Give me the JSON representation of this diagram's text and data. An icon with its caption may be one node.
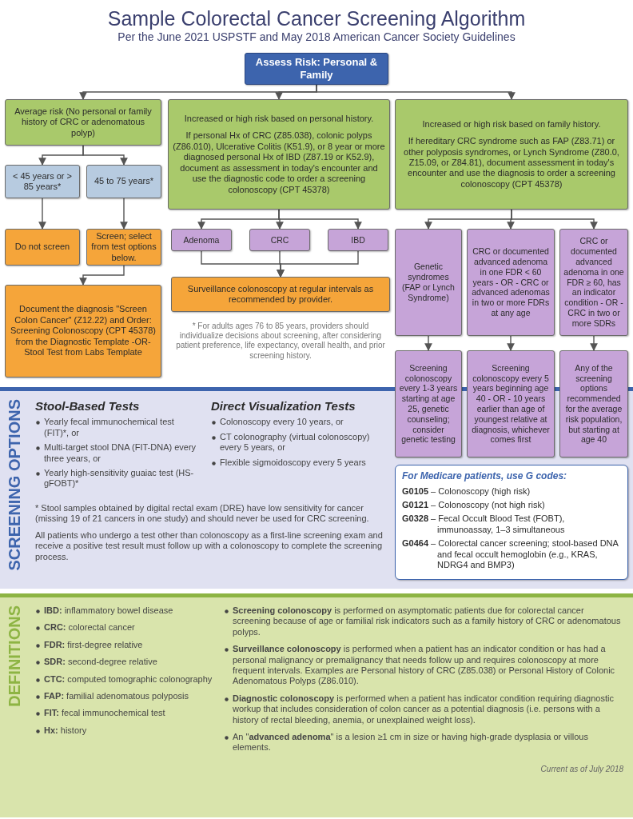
{
  "diagram": {
    "title": "Sample Colorectal Cancer Screening Algorithm",
    "nodes": [
      {
        "text": [
          "Assess Risk: Personal & Family"
        ]
      },
      {
        "text": [
          "Average risk (No personal or family history of CRC or adenomatous polyp)"
        ]
      },
      {
        "text": [
          "Increased or high risk based on personal history.",
          "If personal Hx of CRC (Z85.038), colonic polyps (Z86.010), Ulcerative Colitis (K51.9), or 8 year or more diagnosed personal Hx of IBD (Z87.19 or K52.9), document as assessment in today's encounter and use the diagnostic code to order a screening colonoscopy (CPT 45378)"
        ]
      },
      {
        "text": [
          "Increased or high risk based on family history.",
          "If hereditary CRC syndrome such as FAP (Z83.71) or other polyposis syndromes, or Lynch Syndrome (Z80.0, Z15.09, or Z84.81), document assessment in today's encounter and use the diagnosis to order a screening colonoscopy (CPT 45378)"
        ]
      },
      {
        "text": [
          "< 45 years or > 85 years*"
        ]
      },
      {
        "text": [
          "45 to 75 years*"
        ]
      },
      {
        "text": [
          "Do not screen"
        ]
      },
      {
        "text": [
          "Screen; select from test options below."
        ]
      },
      {
        "text": [
          "Document the diagnosis \"Screen Colon Cancer\" (Z12.22) and Order: Screening Colonoscopy (CPT 45378) from the Diagnostic Template -OR- Stool Test from Labs Template"
        ]
      },
      {
        "text": [
          "Adenoma"
        ]
      },
      {
        "text": [
          "CRC"
        ]
      },
      {
        "text": [
          "IBD"
        ]
      },
      {
        "text": [
          "Surveillance colonoscopy at regular intervals as recommended by provider."
        ]
      },
      {
        "text": [
          "Genetic syndromes (FAP or Lynch Syndrome)"
        ]
      },
      {
        "text": [
          "CRC or documented advanced adenoma in one FDR < 60 years - OR - CRC or advanced adenomas in two or more FDRs at any age"
        ]
      },
      {
        "text": [
          "CRC or documented advanced adenoma in one FDR ≥ 60, has an indicator condition - OR - CRC in two or more SDRs"
        ]
      },
      {
        "text": [
          "Screening colonoscopy every 1-3 years starting at age 25, genetic counseling; consider genetic testing"
        ]
      },
      {
        "text": [
          "Screening colonoscopy every 5 years beginning age 40 - OR - 10 years earlier than age of youngest relative at diagnosis, whichever comes first"
        ]
      },
      {
        "text": [
          "Any of the screening options recommended for the average risk population, but starting at age 40"
        ]
      },
      {
        "text": [
          "SCREENING OPTIONS"
        ]
      },
      {
        "text": [
          "For Medicare patients, use G codes:",
          "**G0105** – Colonoscopy (high risk)",
          "**G0121** – Colonoscopy (not high risk)",
          "**G0328** – Fecal Occult Blood Test (FOBT), immunoassay, 1–3 simultaneous",
          "**G0464** – Colorectal cancer screening; stool-based DNA and fecal occult hemoglobin (e.g., KRAS, NDRG4 and BMP3)"
        ],
        "in": 19
      },
      {
        "text": [
          "DEFINITIONS"
        ]
      }
    ],
    "edges": [
      {
        "from": 0,
        "to": 1,
        "arrow": "to"
      },
      {
        "from": 0,
        "to": 2,
        "arrow": "to"
      },
      {
        "from": 0,
        "to": 3,
        "arrow": "to"
      },
      {
        "from": 1,
        "to": 4,
        "arrow": "to"
      },
      {
        "from": 1,
        "to": 5,
        "arrow": "to"
      },
      {
        "from": 4,
        "to": 6,
        "arrow": "to"
      },
      {
        "from": 5,
        "to": 7,
        "arrow": "to"
      },
      {
        "from": 7,
        "to": 8,
        "arrow": "to"
      },
      {
        "from": 2,
        "to": 9,
        "arrow": "to"
      },
      {
        "from": 2,
        "to": 10,
        "arrow": "to"
      },
      {
        "from": 2,
        "to": 11,
        "arrow": "to"
      },
      {
        "from": 9,
        "to": 12,
        "arrow": "to"
      },
      {
        "from": 10,
        "to": 12,
        "arrow": "to"
      },
      {
        "from": 11,
        "to": 12,
        "arrow": "to"
      },
      {
        "from": 3,
        "to": 13,
        "arrow": "to"
      },
      {
        "from": 3,
        "to": 14,
        "arrow": "to"
      },
      {
        "from": 3,
        "to": 15,
        "arrow": "to"
      },
      {
        "from": 13,
        "to": 16,
        "arrow": "to"
      },
      {
        "from": 14,
        "to": 17,
        "arrow": "to"
      },
      {
        "from": 15,
        "to": 18,
        "arrow": "to"
      }
    ],
    "labels": [
      "Per the June 2021 USPSTF and May 2018 American Cancer Society Guidelines",
      "* For adults ages 76 to 85 years, providers should individualize decisions about screening, after considering patient preference, life expectancy, overall health, and prior screening history.",
      "Stool-Based Tests",
      "Yearly fecal immunochemical test (FIT)*, or",
      "Multi-target stool DNA (FIT-DNA) every three years, or",
      "Yearly high-sensitivity guaiac test (HS-gFOBT)*",
      "Direct Visualization Tests",
      "Colonoscopy every 10 years, or",
      "CT colonography (virtual colonoscopy) every 5 years, or",
      "Flexible sigmoidoscopy every 5 years",
      "* Stool samples obtained by digital rectal exam (DRE) have low sensitivity for cancer (missing 19 of 21 cancers in one study) and should never be used for CRC screening.",
      "All patients who undergo a test other than colonoscopy as a first-line screening exam and receive a positive test result must follow up with a colonoscopy to complete the screening process.",
      "**IBD:** inflammatory bowel disease",
      "**CRC:** colorectal cancer",
      "**FDR:** first-degree relative",
      "**SDR:** second-degree relative",
      "**CTC:** computed tomographic colonography",
      "**FAP:** familial adenomatous polyposis",
      "**FIT:** fecal immunochemical test",
      "**Hx:** history",
      "**Screening colonoscopy** is performed on asymptomatic patients due for colorectal cancer screening because of age or familial risk indicators such as a family history of CRC or adenomatous polyps.",
      "**Surveillance colonoscopy** is performed when a patient has an indicator condition or has had a personal malignancy or premalignancy that needs follow up and requires colonoscopy at more frequent intervals. Examples are Personal history of CRC (Z85.038) or Personal History of Colonic Adenomatous Polyps (Z86.010).",
      "**Diagnostic colonoscopy** is performed when a patient has indicator condition requiring diagnostic workup that includes consideration of colon cancer as a potential diagnosis (i.e. persons with a history of rectal bleeding, anemia, or unexplained weight loss).",
      "An \"**advanced adenoma**\" is a lesion ≥1 cm in size or having high-grade dysplasia or villous elements.",
      "Current as of July 2018"
    ]
  }
}
